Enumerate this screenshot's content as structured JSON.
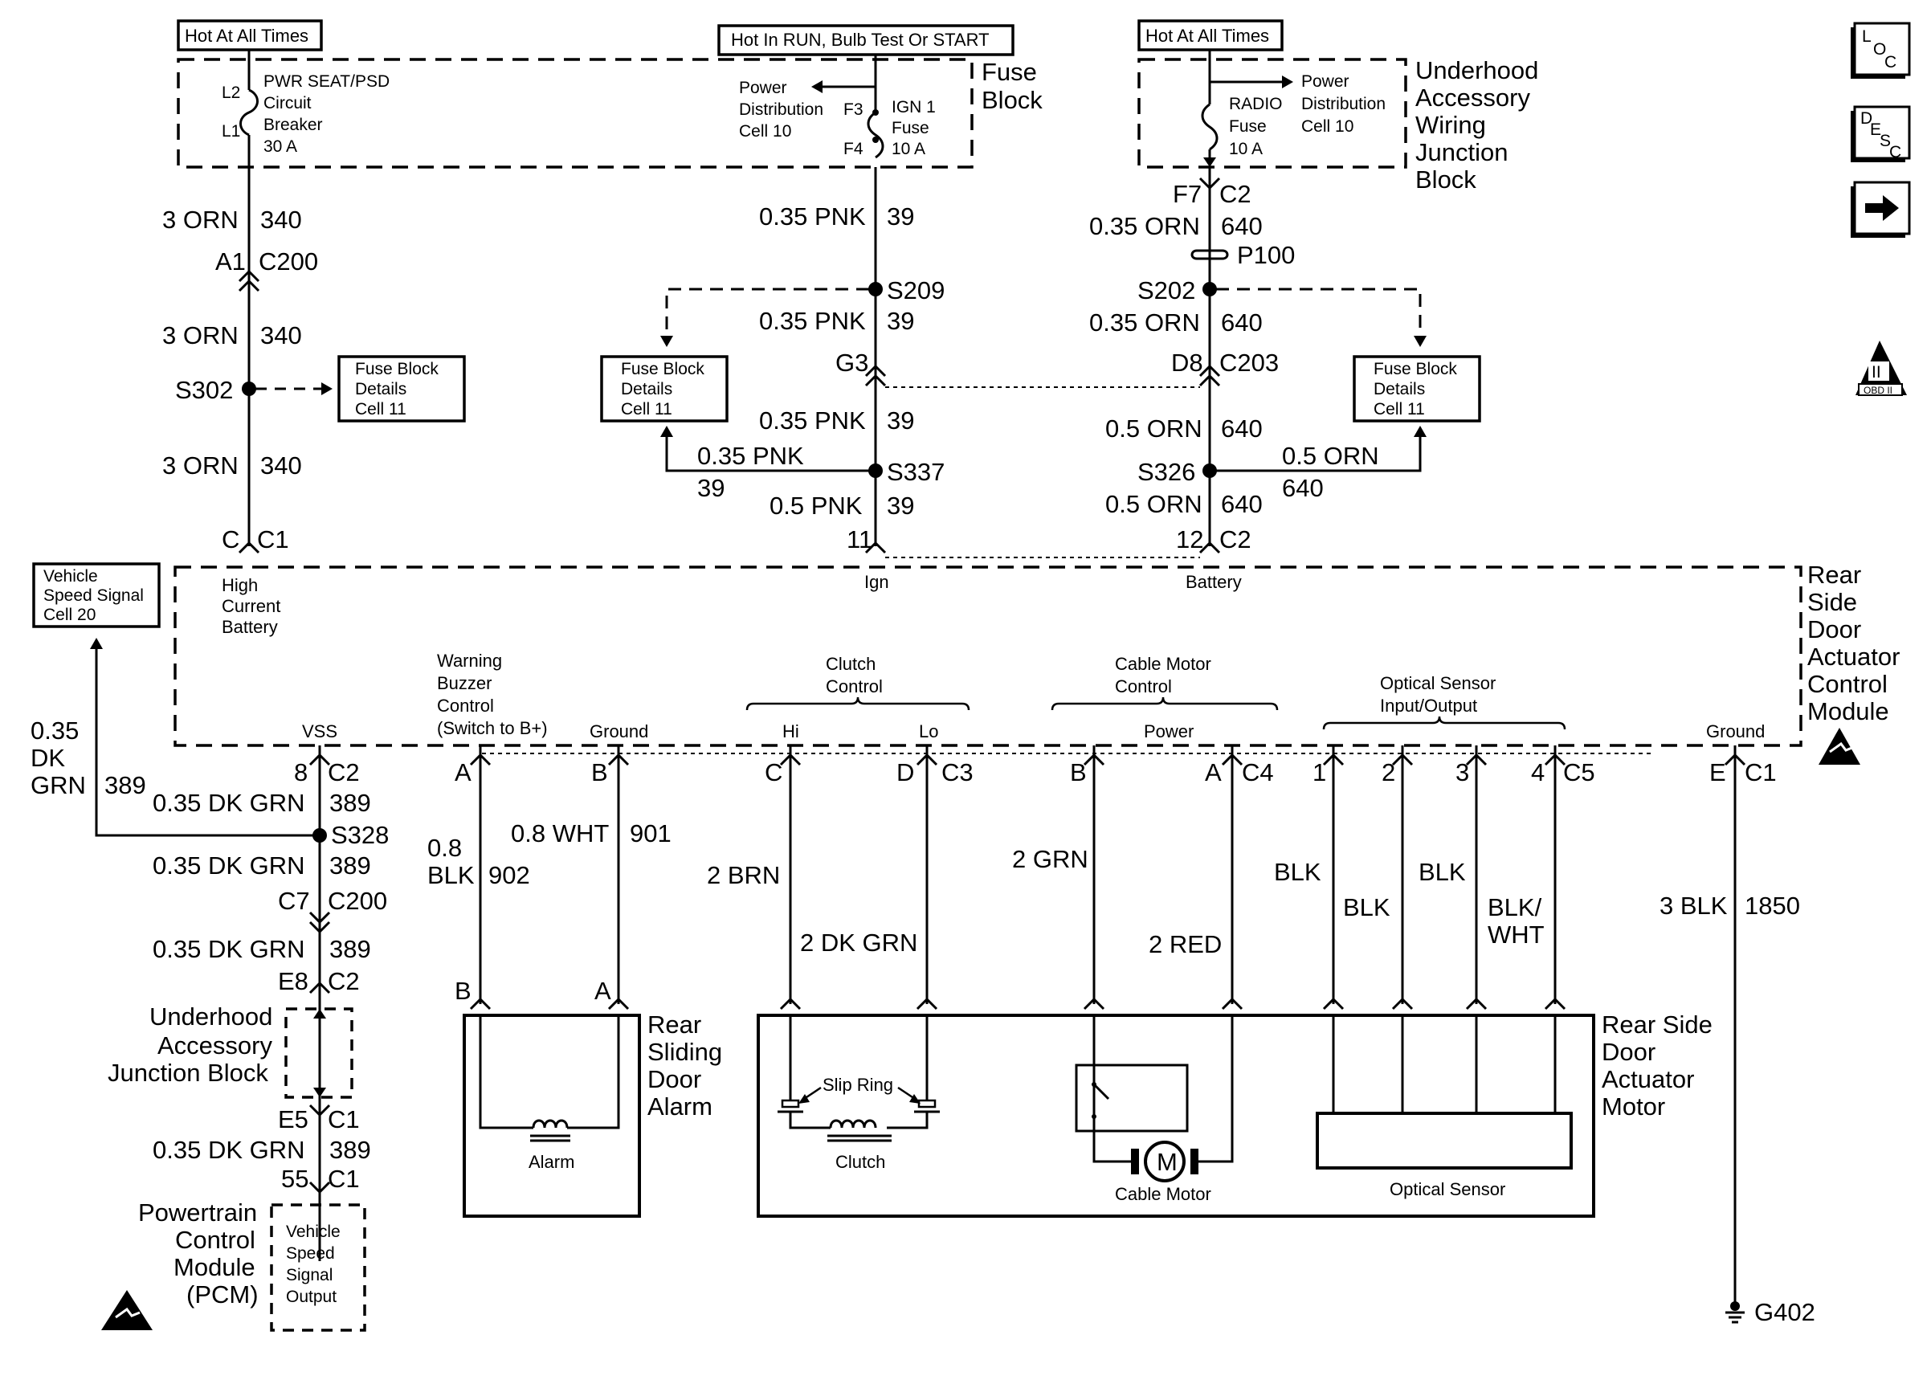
{
  "sources": {
    "hot_left": "Hot At All Times",
    "hot_run": "Hot In RUN, Bulb Test Or START",
    "hot_right": "Hot At All Times"
  },
  "fuse_block": {
    "title": [
      "Fuse",
      "Block"
    ],
    "breaker": [
      "PWR SEAT/PSD",
      "Circuit",
      "Breaker",
      "30 A"
    ],
    "l2": "L2",
    "l1": "L1",
    "power_dist": [
      "Power",
      "Distribution",
      "Cell 10"
    ],
    "f3": "F3",
    "f4": "F4",
    "ign_fuse": [
      "IGN 1",
      "Fuse",
      "10 A"
    ]
  },
  "underhood_top": {
    "title": [
      "Underhood",
      "Accessory",
      "Wiring",
      "Junction",
      "Block"
    ],
    "power_dist": [
      "Power",
      "Distribution",
      "Cell 10"
    ],
    "radio_fuse": [
      "RADIO",
      "Fuse",
      "10 A"
    ],
    "f7": "F7",
    "c2": "C2"
  },
  "circuit_left": {
    "w1": "3 ORN",
    "c1": "340",
    "conn_pin": "A1",
    "conn": "C200",
    "w2": "3 ORN",
    "c2": "340",
    "splice": "S302",
    "w3": "3 ORN",
    "c3": "340",
    "pin": "C",
    "pin_conn": "C1"
  },
  "circuit_mid": {
    "w1": "0.35 PNK",
    "c1": "39",
    "splice1": "S209",
    "w2": "0.35 PNK",
    "c2": "39",
    "conn_pin": "G3",
    "w3": "0.35 PNK",
    "c3": "39",
    "branch_w": "0.35 PNK",
    "branch_c": "39",
    "splice2": "S337",
    "w4": "0.5 PNK",
    "c4": "39",
    "pin": "11"
  },
  "circuit_right": {
    "w1": "0.35 ORN",
    "c1": "640",
    "p100": "P100",
    "splice1": "S202",
    "w2": "0.35 ORN",
    "c2": "640",
    "conn_pin": "D8",
    "conn": "C203",
    "w3": "0.5 ORN",
    "c3": "640",
    "splice2": "S326",
    "branch_w": "0.5 ORN",
    "branch_c": "640",
    "w4": "0.5 ORN",
    "c4": "640",
    "pin": "12",
    "pin_conn": "C2"
  },
  "fuse_details": {
    "left": [
      "Fuse Block",
      "Details",
      "Cell 11"
    ],
    "mid": [
      "Fuse Block",
      "Details",
      "Cell 11"
    ],
    "right": [
      "Fuse Block",
      "Details",
      "Cell 11"
    ]
  },
  "vss_box": [
    "Vehicle",
    "Speed Signal",
    "Cell 20"
  ],
  "module": {
    "title": [
      "Rear",
      "Side",
      "Door",
      "Actuator",
      "Control",
      "Module"
    ],
    "top_labels": {
      "high": [
        "High",
        "Current",
        "Battery"
      ],
      "ign": "Ign",
      "battery": "Battery"
    },
    "warning": [
      "Warning",
      "Buzzer",
      "Control",
      "(Switch to B+)"
    ],
    "clutch_ctrl": [
      "Clutch",
      "Control"
    ],
    "cable_ctrl": [
      "Cable Motor",
      "Control"
    ],
    "optical_io": [
      "Optical Sensor",
      "Input/Output"
    ],
    "pins": {
      "vss": "VSS",
      "ground1": "Ground",
      "hi": "Hi",
      "lo": "Lo",
      "power": "Power",
      "ground2": "Ground"
    }
  },
  "bottom_pins": {
    "vss_pin": "8",
    "vss_conn": "C2",
    "a": "A",
    "b": "B",
    "c": "C",
    "d": "D",
    "c3": "C3",
    "b2": "B",
    "a2": "A",
    "c4": "C4",
    "p1": "1",
    "p2": "2",
    "p3": "3",
    "p4": "4",
    "c5": "C5",
    "e": "E",
    "c1": "C1"
  },
  "vss_circuit": {
    "side_w": [
      "0.35",
      "DK",
      "GRN"
    ],
    "side_c": "389",
    "w1": "0.35 DK GRN",
    "c1": "389",
    "splice": "S328",
    "w2": "0.35 DK GRN",
    "c2": "389",
    "conn_pin": "C7",
    "conn": "C200",
    "w3": "0.35 DK GRN",
    "c3": "389",
    "e8": "E8",
    "e8c": "C2",
    "uajb": [
      "Underhood",
      "Accessory",
      "Junction Block"
    ],
    "e5": "E5",
    "e5c": "C1",
    "w4": "0.35 DK GRN",
    "c4": "389",
    "p55": "55",
    "p55c": "C1",
    "pcm": [
      "Powertrain",
      "Control",
      "Module",
      "(PCM)"
    ],
    "pcm_box": [
      "Vehicle",
      "Speed",
      "Signal",
      "Output"
    ]
  },
  "wires_bottom": {
    "alarm_a": [
      "0.8",
      "BLK"
    ],
    "alarm_a_c": "902",
    "alarm_b": "0.8 WHT",
    "alarm_b_c": "901",
    "brn": "2 BRN",
    "dkgrn": "2 DK GRN",
    "grn": "2 GRN",
    "red": "2 RED",
    "blk1": "BLK",
    "blk2": "BLK",
    "blk3": "BLK",
    "blkwht": [
      "BLK/",
      "WHT"
    ],
    "gnd": "3 BLK",
    "gnd_c": "1850"
  },
  "components": {
    "alarm_pin_b": "B",
    "alarm_pin_a": "A",
    "alarm_title": [
      "Rear",
      "Sliding",
      "Door",
      "Alarm"
    ],
    "alarm": "Alarm",
    "slip_ring": "Slip Ring",
    "clutch": "Clutch",
    "cable_motor": "Cable Motor",
    "motor_m": "M",
    "optical_sensor": "Optical Sensor",
    "motor_title": [
      "Rear Side",
      "Door",
      "Actuator",
      "Motor"
    ],
    "ground": "G402"
  },
  "side_icons": {
    "loc": [
      "L",
      "O",
      "C"
    ],
    "desc": [
      "D",
      "E",
      "S",
      "C"
    ],
    "obd": [
      "II",
      "OBD II"
    ]
  }
}
